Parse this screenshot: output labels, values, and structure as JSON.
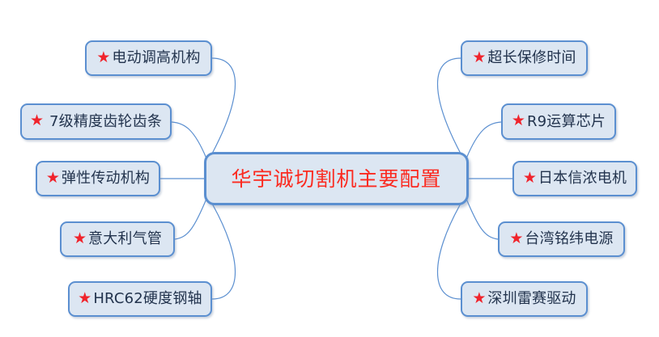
{
  "diagram": {
    "type": "mind-map",
    "background_color": "#ffffff",
    "node_fill_color": "#dce6f2",
    "node_border_color": "#5b8fd0",
    "connector_color": "#5b8fd0",
    "star_icon_color": "#f0242c",
    "branch_label_color": "#22334d",
    "center": {
      "text": "华宇诚切割机主要配置",
      "text_color": "#fb2a20",
      "icon": "none"
    },
    "left_branches": [
      {
        "icon": "star-icon",
        "label": "电动调高机构"
      },
      {
        "icon": "star-icon",
        "label": "7级精度齿轮齿条"
      },
      {
        "icon": "star-icon",
        "label": "弹性传动机构"
      },
      {
        "icon": "star-icon",
        "label": "意大利气管"
      },
      {
        "icon": "star-icon",
        "label": "HRC62硬度钢轴"
      }
    ],
    "right_branches": [
      {
        "icon": "star-icon",
        "label": "超长保修时间"
      },
      {
        "icon": "star-icon",
        "label": "R9运算芯片"
      },
      {
        "icon": "star-icon",
        "label": "日本信浓电机"
      },
      {
        "icon": "star-icon",
        "label": "台湾铭纬电源"
      },
      {
        "icon": "star-icon",
        "label": "深圳雷赛驱动"
      }
    ],
    "star_glyph": "★"
  }
}
